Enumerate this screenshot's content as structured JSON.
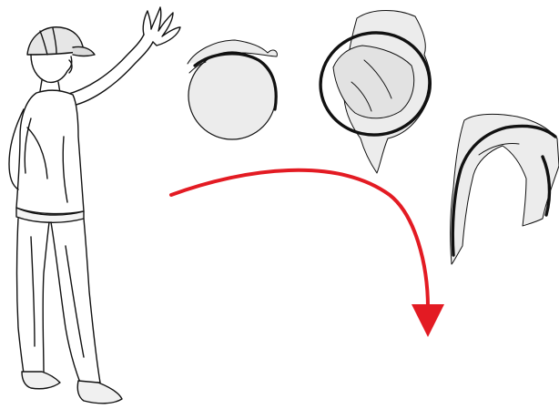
{
  "scene": {
    "subject": "person-throwing-cap",
    "phases": [
      "cap-phase-1",
      "cap-phase-2",
      "cap-phase-3"
    ],
    "arrow_direction": "down-right"
  },
  "colors": {
    "background": "#ffffff",
    "line": "#111111",
    "cap_fill": "#eeeeee",
    "cap_inner": "#e2e2e2",
    "arrow": "#e31b23"
  }
}
